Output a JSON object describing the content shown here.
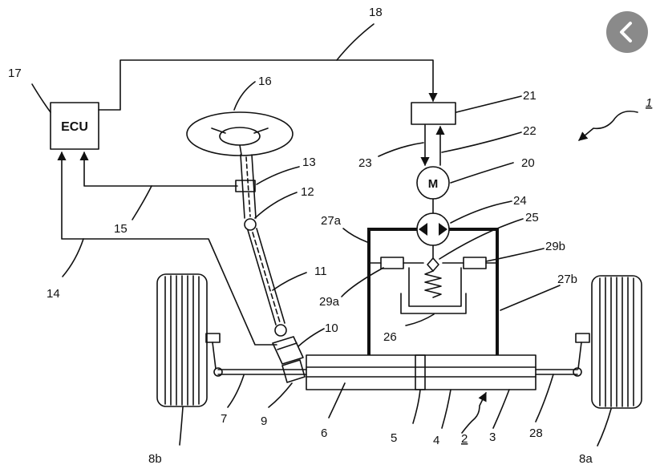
{
  "ecu_label": "ECU",
  "motor_label": "M",
  "labels": {
    "l1": "1",
    "l2": "2",
    "l3": "3",
    "l4": "4",
    "l5": "5",
    "l6": "6",
    "l7": "7",
    "l8a": "8a",
    "l8b": "8b",
    "l9": "9",
    "l10": "10",
    "l11": "11",
    "l12": "12",
    "l13": "13",
    "l14": "14",
    "l15": "15",
    "l16": "16",
    "l17": "17",
    "l18": "18",
    "l20": "20",
    "l21": "21",
    "l22": "22",
    "l23": "23",
    "l24": "24",
    "l25": "25",
    "l26": "26",
    "l27a": "27a",
    "l27b": "27b",
    "l28": "28",
    "l29a": "29a",
    "l29b": "29b"
  },
  "icons": {
    "back": "chevron-left-icon"
  },
  "colors": {
    "line": "#111111",
    "back_button": "#8a8a8a"
  }
}
